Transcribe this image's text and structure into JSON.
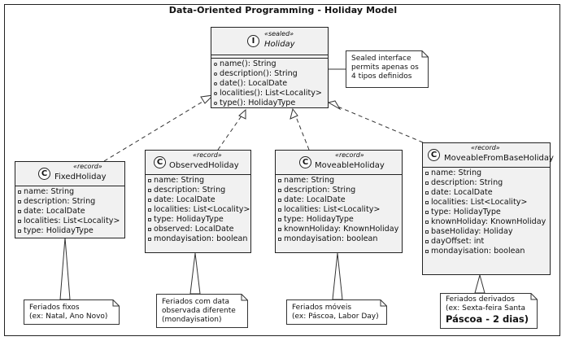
{
  "diagram": {
    "title": "Data-Oriented Programming - Holiday Model"
  },
  "interface": {
    "icon": "I",
    "stereotype": "«sealed»",
    "name": "Holiday",
    "methods": [
      "name(): String",
      "description(): String",
      "date(): LocalDate",
      "localities(): List<Locality>",
      "type(): HolidayType"
    ],
    "note": [
      "Sealed interface",
      "permits apenas os",
      "4 tipos definidos"
    ]
  },
  "records": [
    {
      "icon": "C",
      "stereotype": "«record»",
      "name": "FixedHoliday",
      "fields": [
        "name: String",
        "description: String",
        "date: LocalDate",
        "localities: List<Locality>",
        "type: HolidayType"
      ],
      "note": [
        "Feriados fixos",
        "(ex: Natal, Ano Novo)"
      ]
    },
    {
      "icon": "C",
      "stereotype": "«record»",
      "name": "ObservedHoliday",
      "fields": [
        "name: String",
        "description: String",
        "date: LocalDate",
        "localities: List<Locality>",
        "type: HolidayType",
        "observed: LocalDate",
        "mondayisation: boolean"
      ],
      "note": [
        "Feriados com data",
        "observada diferente",
        "(mondayisation)"
      ]
    },
    {
      "icon": "C",
      "stereotype": "«record»",
      "name": "MoveableHoliday",
      "fields": [
        "name: String",
        "description: String",
        "date: LocalDate",
        "localities: List<Locality>",
        "type: HolidayType",
        "knownHoliday: KnownHoliday",
        "mondayisation: boolean"
      ],
      "note": [
        "Feriados móveis",
        "(ex: Páscoa, Labor Day)"
      ]
    },
    {
      "icon": "C",
      "stereotype": "«record»",
      "name": "MoveableFromBaseHoliday",
      "fields": [
        "name: String",
        "description: String",
        "date: LocalDate",
        "localities: List<Locality>",
        "type: HolidayType",
        "knownHoliday: KnownHoliday",
        "baseHoliday: Holiday",
        "dayOffset: int",
        "mondayisation: boolean"
      ],
      "note": [
        "Feriados derivados",
        "(ex: Sexta-feira Santa"
      ],
      "note_emphasis": "Páscoa - 2 dias)"
    }
  ]
}
